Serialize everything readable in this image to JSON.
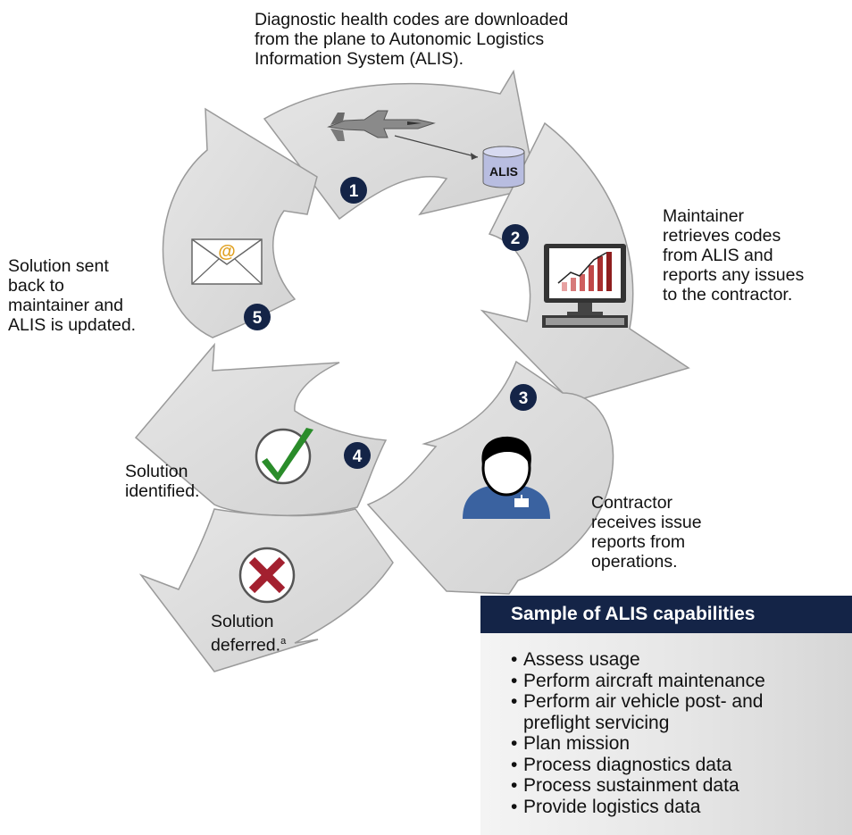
{
  "diagram": {
    "steps": [
      {
        "number": "1",
        "text": [
          "Diagnostic health codes are downloaded",
          "from the plane to Autonomic Logistics",
          "Information System (ALIS)."
        ]
      },
      {
        "number": "2",
        "text": [
          "Maintainer",
          "retrieves codes",
          "from ALIS and",
          "reports any issues",
          "to the contractor."
        ]
      },
      {
        "number": "3",
        "text": [
          "Contractor",
          "receives issue",
          "reports from",
          "operations."
        ]
      },
      {
        "number": "4",
        "text": [
          "Solution",
          "identified."
        ]
      },
      {
        "number": "5",
        "text": [
          "Solution sent",
          "back to",
          "maintainer and",
          "ALIS is updated."
        ]
      }
    ],
    "deferred": {
      "line1": "Solution",
      "line2": "deferred.",
      "note": "a"
    },
    "alis_label": "ALIS",
    "email_symbol": "@",
    "icons": [
      "jet-icon",
      "database-icon",
      "monitor-chart-icon",
      "contractor-person-icon",
      "checkmark-icon",
      "x-mark-icon",
      "envelope-icon"
    ],
    "colors": {
      "arrow_fill": "#dcdcdc",
      "badge": "#142447",
      "check": "#2a8c2a",
      "x_mark": "#a3202f",
      "person": "#3a62a0",
      "database": "#b8bde0",
      "email_at": "#e0a020"
    }
  },
  "panel": {
    "title": "Sample of ALIS capabilities",
    "items": [
      "Assess usage",
      "Perform aircraft maintenance",
      "Perform air vehicle post- and",
      "preflight servicing",
      "Plan mission",
      "Process diagnostics data",
      "Process sustainment data",
      "Provide logistics data"
    ]
  }
}
